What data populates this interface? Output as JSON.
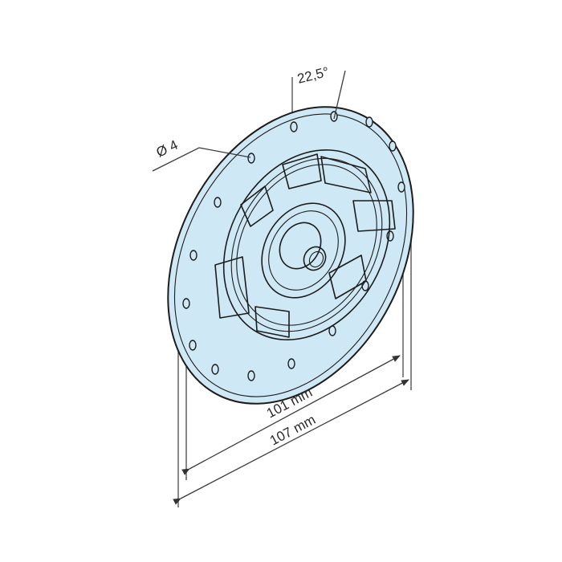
{
  "drawing": {
    "subject": "motor adapter flange disc",
    "fill_color": "#cfe8f5",
    "line_color": "#1c1c1c",
    "labels": {
      "angle": "22,5°",
      "hole_diameter": "Ø 4",
      "inner_width": "101 mm",
      "outer_width": "107 mm"
    }
  }
}
